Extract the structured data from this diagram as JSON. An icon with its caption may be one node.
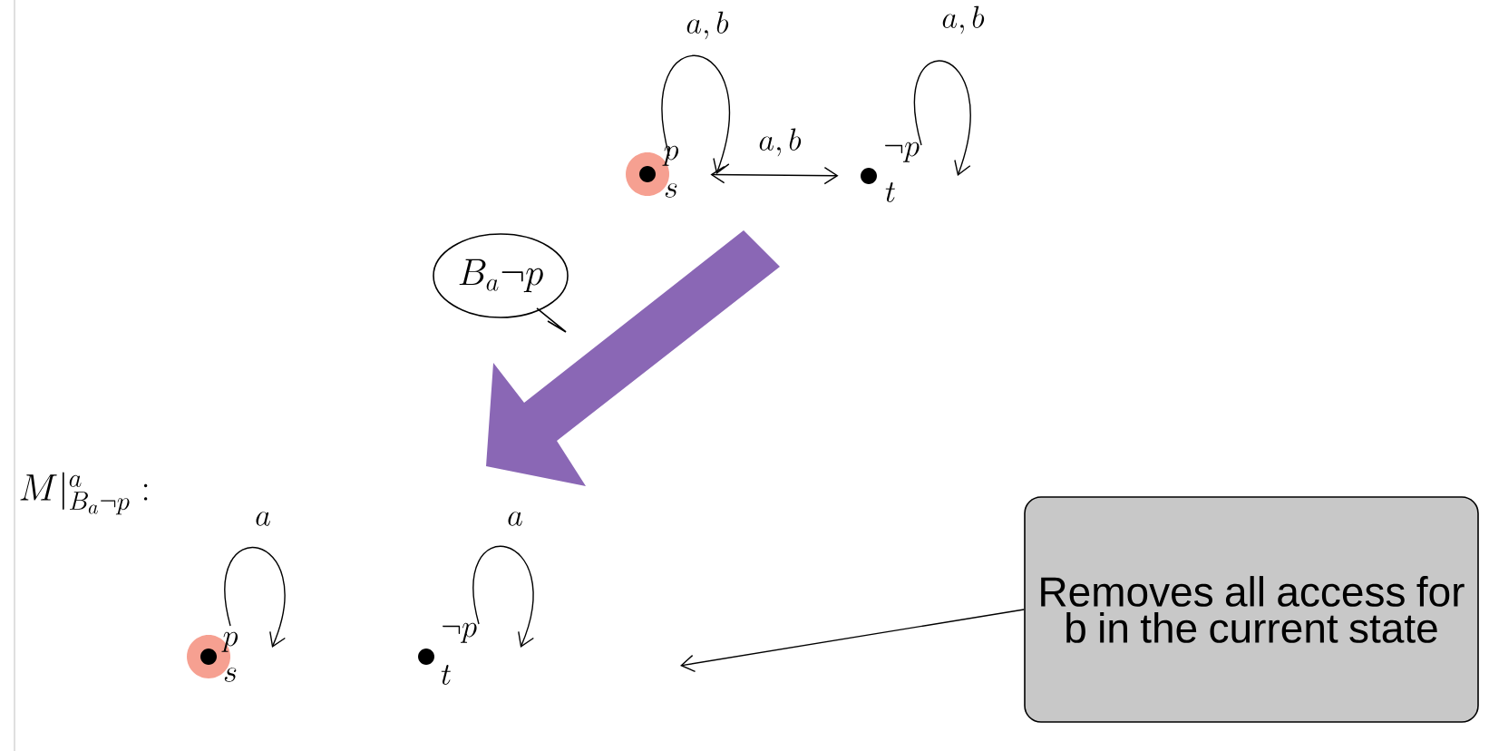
{
  "diagram": {
    "nodes": [
      {
        "text": [
          "p",
          "s"
        ]
      },
      {
        "text": [
          "\\neg p",
          "t"
        ]
      },
      {
        "text": [
          "p",
          "s"
        ]
      },
      {
        "text": [
          "\\neg p",
          "t"
        ]
      },
      {
        "text": [
          "B_a\\neg p"
        ]
      },
      {
        "text": [
          "Removes all access for b in the current state"
        ]
      }
    ],
    "edges": [
      {
        "from": 0,
        "to": 0,
        "arrow": "to",
        "label": "a,b"
      },
      {
        "from": 0,
        "to": 1,
        "arrow": "both",
        "label": "a,b"
      },
      {
        "from": 1,
        "to": 1,
        "arrow": "to",
        "label": "a,b"
      },
      {
        "from": 2,
        "to": 2,
        "arrow": "to",
        "label": "a"
      },
      {
        "from": 3,
        "to": 3,
        "arrow": "to",
        "label": "a"
      },
      {
        "from": 5,
        "to": null,
        "arrow": "to"
      }
    ],
    "labels": [
      "M|^{a}_{B_a\\neg p}:"
    ]
  }
}
